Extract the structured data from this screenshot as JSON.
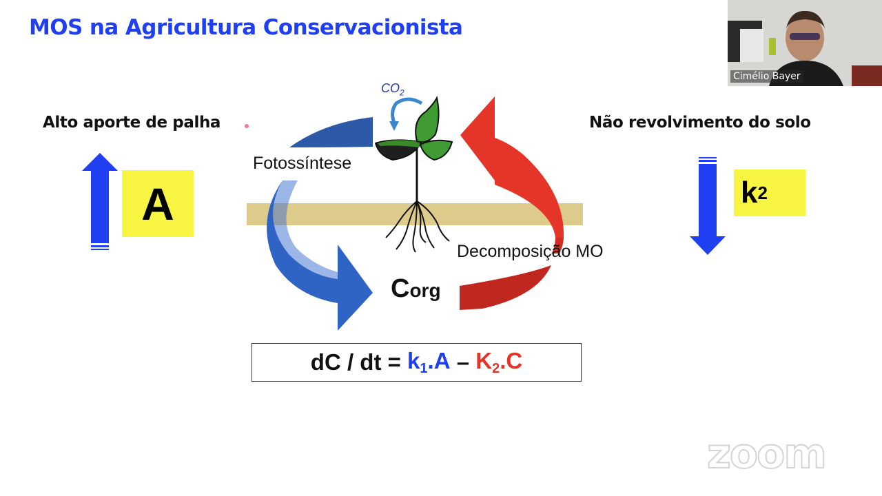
{
  "slide": {
    "title": "MOS na Agricultura Conservacionista",
    "left_heading": "Alto aporte de palha",
    "right_heading": "Não revolvimento do solo",
    "left_box_label": "A",
    "right_box_label": "k",
    "right_box_subscript": "2",
    "diagram": {
      "co2_label": "CO",
      "co2_subscript": "2",
      "photosynthesis_label": "Fotossíntese",
      "decomposition_label": "Decomposição MO",
      "corg_main": "C",
      "corg_sub": "org"
    },
    "equation": {
      "lhs": "dC / dt = ",
      "term1_k": "k",
      "term1_sub": "1",
      "term1_rest": ".A",
      "minus": " – ",
      "term2_k": "K",
      "term2_sub": "2",
      "term2_rest": ".C"
    },
    "colors": {
      "title_blue": "#1f3ff0",
      "arrow_blue": "#2f63c4",
      "arrow_red": "#e53528",
      "highlight_yellow": "#f7f542",
      "soil_band": "#dccb8a"
    }
  },
  "video": {
    "participant_name": "Cimélio Bayer"
  },
  "watermark": {
    "text": "zoom"
  }
}
